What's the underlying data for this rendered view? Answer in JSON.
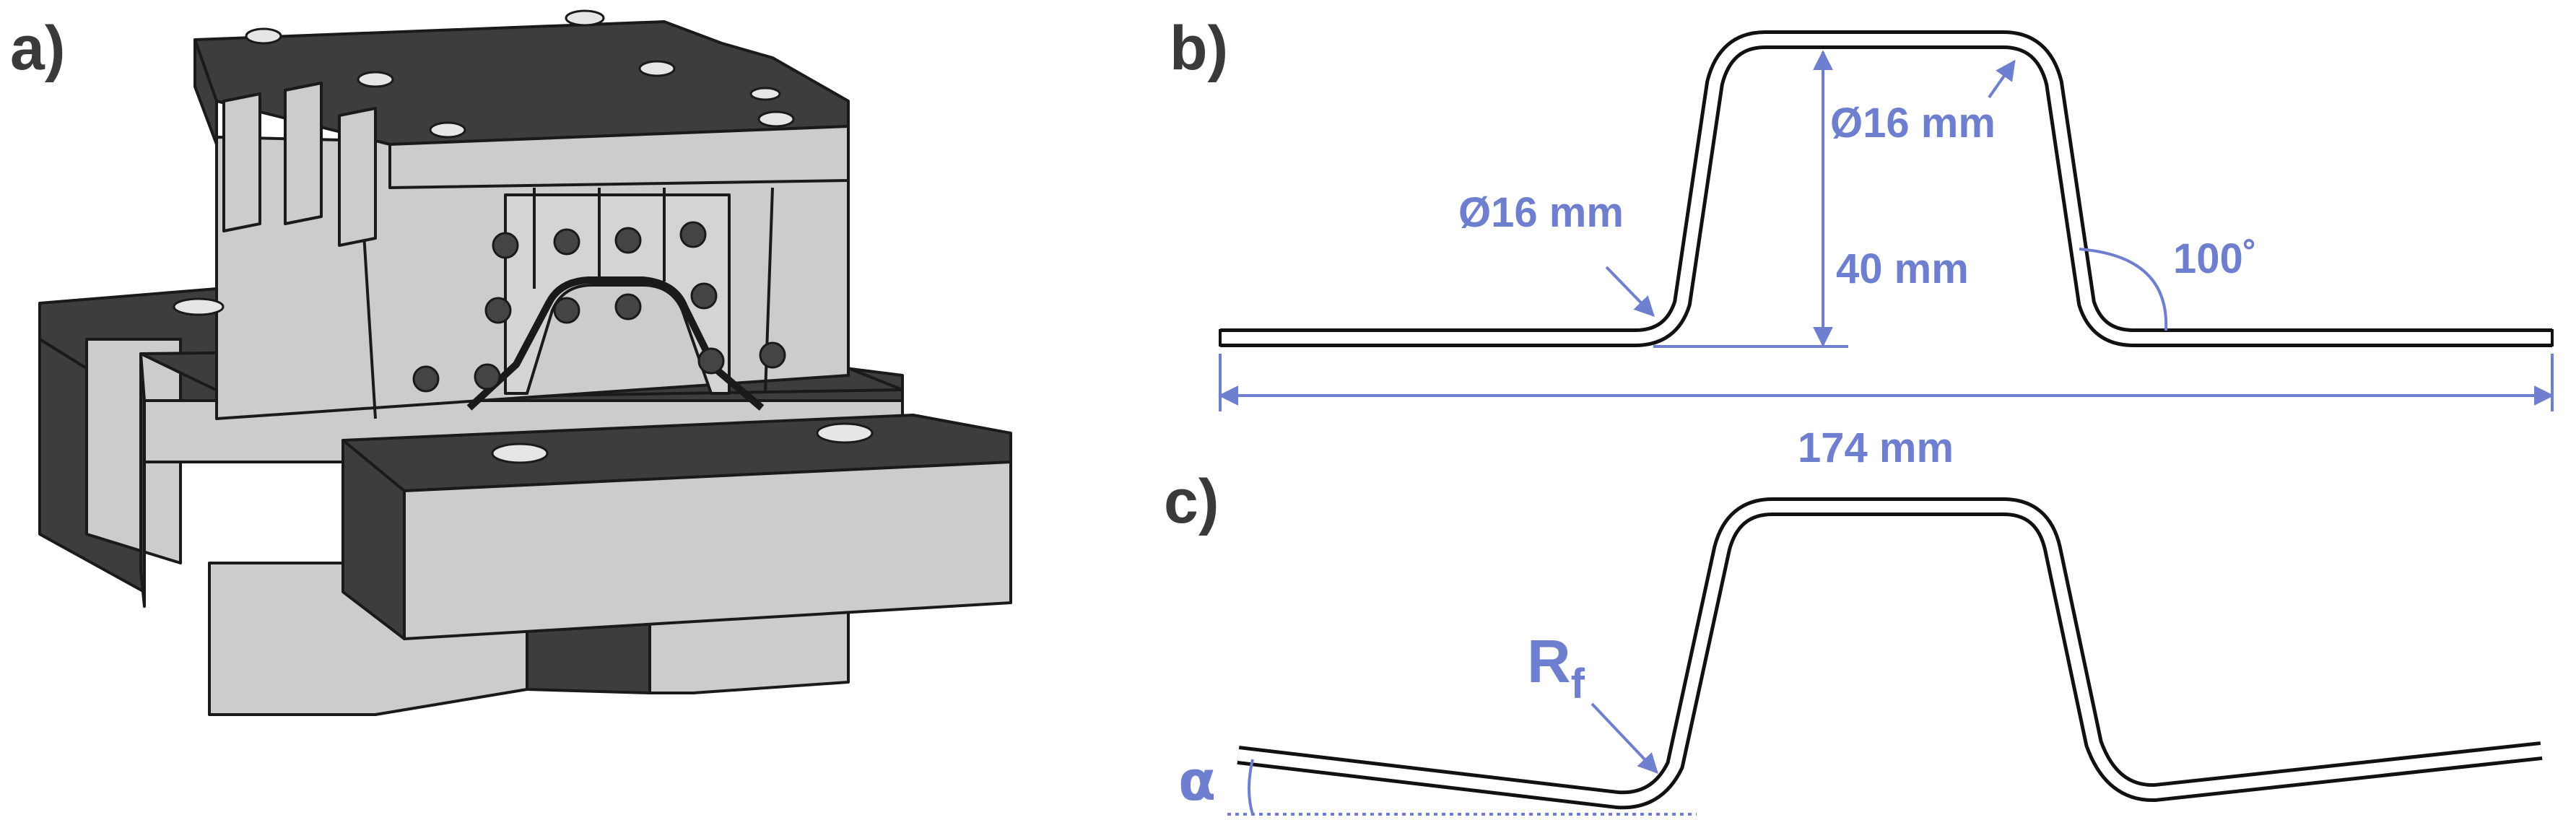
{
  "labels": {
    "panel_a": "a)",
    "panel_b": "b)",
    "panel_c": "c)"
  },
  "dimensions": {
    "diameter_top": "Ø16 mm",
    "diameter_bottom": "Ø16 mm",
    "height": "40 mm",
    "angle": "100˚",
    "width": "174 mm",
    "radius_symbol": "R",
    "radius_subscript": "f",
    "alpha": "α"
  },
  "colors": {
    "annotation": "#6f7fcf",
    "die_light": "#cccccc",
    "die_dark": "#3d3d3d",
    "outline": "#111111"
  }
}
